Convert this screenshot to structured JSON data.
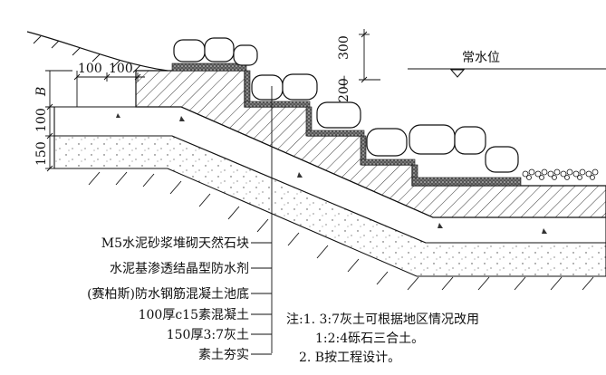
{
  "layers": [
    "M5水泥砂浆堆砌天然石块",
    "水泥基渗透结晶型防水剂",
    "(赛柏斯)防水钢筋混凝土池底",
    "100厚c15素混凝土",
    "150厚3:7灰土",
    "素土夯实"
  ],
  "dimensions": {
    "top_left": "100",
    "top_right": "100",
    "b_mark": "B",
    "vert_upper": "100",
    "vert_lower": "150",
    "stone_top": "300",
    "stone_bottom": "200"
  },
  "water_level": "常水位",
  "notes": {
    "line1": "注:1. 3:7灰土可根据地区情况改用",
    "line2": "1:2:4砾石三合土。",
    "line3": "2. B按工程设计。"
  }
}
